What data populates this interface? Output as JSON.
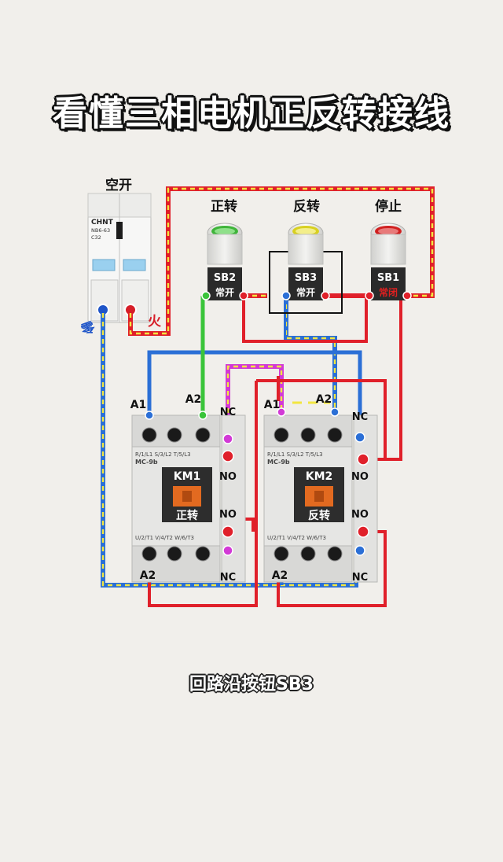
{
  "title": "看懂三相电机正反转接线",
  "caption": "回路沿按钮SB3",
  "breaker": {
    "label": "空开",
    "brand": "CHNT",
    "model": "NB6-63",
    "rating": "C32",
    "neutral_label": "零",
    "live_label": "火"
  },
  "buttons": [
    {
      "name": "正转",
      "code": "SB2",
      "type": "常开",
      "cap_color": "#3fb43a"
    },
    {
      "name": "反转",
      "code": "SB3",
      "type": "常开",
      "cap_color": "#d8d020"
    },
    {
      "name": "停止",
      "code": "SB1",
      "type": "常闭",
      "cap_color": "#d02020"
    }
  ],
  "contactors": [
    {
      "name": "KM1",
      "function": "正转",
      "model": "MC-9b"
    },
    {
      "name": "KM2",
      "function": "反转",
      "model": "MC-9b"
    }
  ],
  "terminal_labels": {
    "a1": "A1",
    "a2": "A2",
    "nc": "NC",
    "no": "NO",
    "top_row": "R/1/L1  S/3/L2  T/5/L3",
    "bottom_row": "U/2/T1  V/4/T2  W/6/T3"
  },
  "colors": {
    "live": "#e0202a",
    "neutral": "#2b6fd6",
    "highlight": "#f2e640",
    "coil_a2": "#3ac43a",
    "interlock": "#d23ad6"
  }
}
